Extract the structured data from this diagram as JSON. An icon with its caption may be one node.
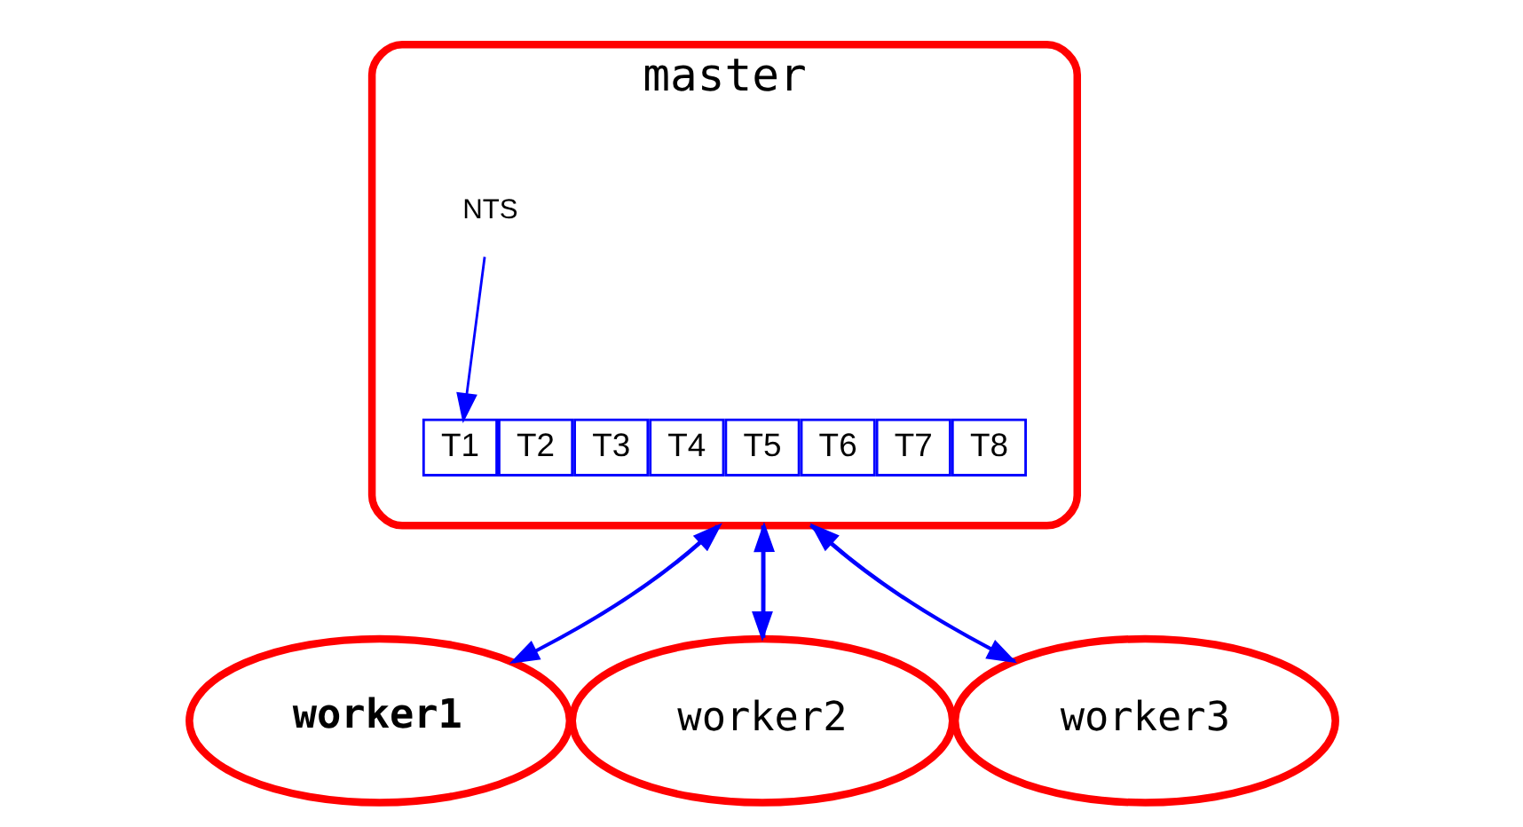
{
  "diagram": {
    "nodes": [
      {
        "text": [
          "master"
        ]
      },
      {
        "text": [
          "NTS"
        ],
        "in": 0
      },
      {
        "text": [
          "T1"
        ],
        "in": 0
      },
      {
        "text": [
          "T2"
        ],
        "in": 0
      },
      {
        "text": [
          "T3"
        ],
        "in": 0
      },
      {
        "text": [
          "T4"
        ],
        "in": 0
      },
      {
        "text": [
          "T5"
        ],
        "in": 0
      },
      {
        "text": [
          "T6"
        ],
        "in": 0
      },
      {
        "text": [
          "T7"
        ],
        "in": 0
      },
      {
        "text": [
          "T8"
        ],
        "in": 0
      },
      {
        "text": [
          "worker1"
        ]
      },
      {
        "text": [
          "worker2"
        ]
      },
      {
        "text": [
          "worker3"
        ]
      }
    ],
    "edges": [
      {
        "from": 1,
        "to": 2,
        "arrow": "to"
      },
      {
        "from": 0,
        "to": 10,
        "arrow": "to"
      },
      {
        "from": 10,
        "to": 0,
        "arrow": "to"
      },
      {
        "from": 0,
        "to": 11,
        "arrow": "to"
      },
      {
        "from": 11,
        "to": 0,
        "arrow": "to"
      },
      {
        "from": 0,
        "to": 12,
        "arrow": "to"
      },
      {
        "from": 12,
        "to": 0,
        "arrow": "to"
      }
    ]
  }
}
